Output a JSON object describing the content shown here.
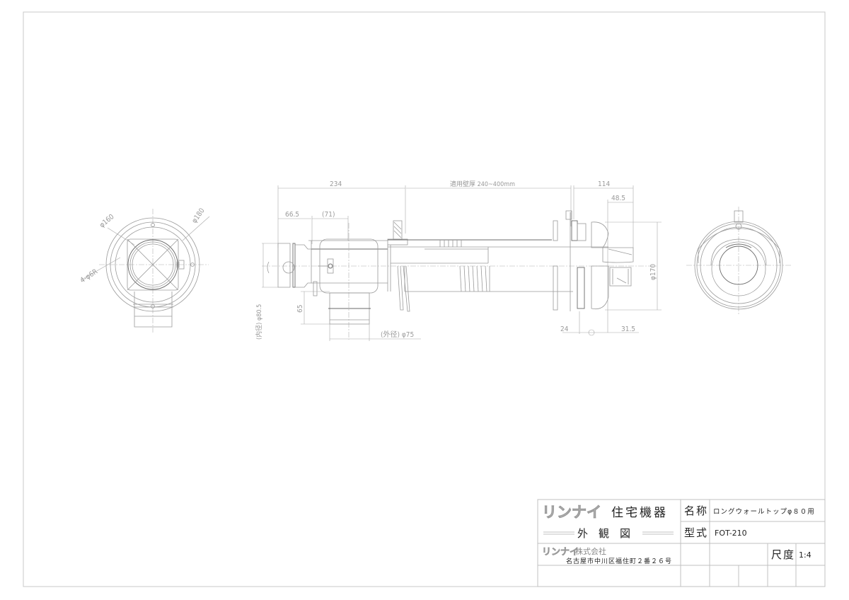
{
  "drawing": {
    "type": "technical-drawing",
    "views": {
      "left_end_view": {
        "labels": {
          "dia_160": "φ160",
          "dia_180": "φ180",
          "holes": "4-φ6R"
        }
      },
      "side_view": {
        "dimensions": {
          "overall_left": "234",
          "wall_thickness": "適用壁厚 240~400mm",
          "right_overall": "114",
          "left_inner_1": "66.5",
          "left_inner_2": "(71)",
          "right_inner": "48.5",
          "height_65": "65",
          "inner_dia": "(内径) φ80.5",
          "outer_dia": "(外径) φ75",
          "outer_170": "φ170",
          "bottom_left": "24",
          "bottom_right": "31.5"
        }
      },
      "right_end_view": {}
    }
  },
  "title_block": {
    "brand_logo": "リンナイ",
    "brand_division": "住宅機器",
    "drawing_kind": "外　観　図",
    "company_logo": "リンナイ",
    "company_name": "株式会社",
    "address": "名古屋市中川区福住町２番２６号",
    "name_label": "名称",
    "name_value": "ロングウォールトップφ８０用",
    "model_label": "型式",
    "model_value": "FOT-210",
    "scale_label": "尺度",
    "scale_value": "1:4"
  }
}
